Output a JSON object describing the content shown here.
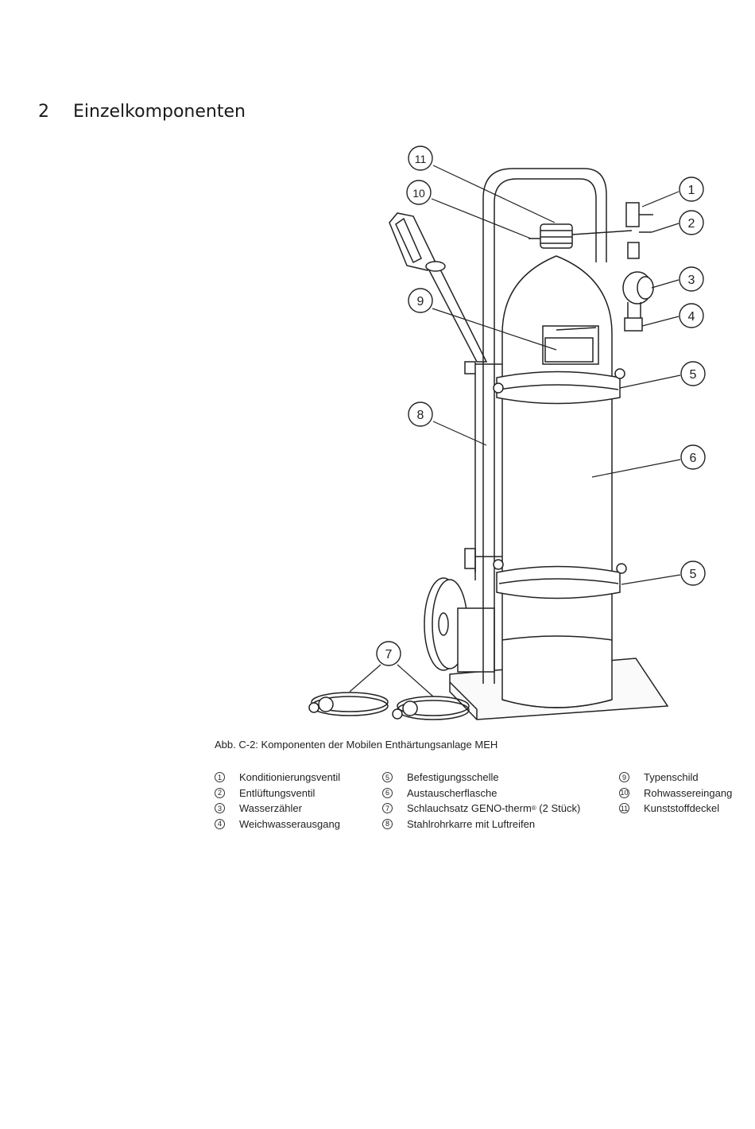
{
  "section": {
    "number": "2",
    "title": "Einzelkomponenten"
  },
  "figure": {
    "callouts": [
      "1",
      "2",
      "3",
      "4",
      "5",
      "5",
      "6",
      "7",
      "8",
      "9",
      "10",
      "11"
    ],
    "caption": "Abb. C-2: Komponenten der Mobilen Enthärtungsanlage MEH"
  },
  "legend": [
    [
      {
        "num": "1",
        "label": "Konditionierungsventil"
      },
      {
        "num": "2",
        "label": "Entlüftungsventil"
      },
      {
        "num": "3",
        "label": "Wasserzähler"
      },
      {
        "num": "4",
        "label": "Weichwasserausgang"
      }
    ],
    [
      {
        "num": "5",
        "label": "Befestigungsschelle"
      },
      {
        "num": "6",
        "label": "Austauscherflasche"
      },
      {
        "num": "7",
        "label": "Schlauchsatz GENO-therm",
        "sup": "®",
        "suffix": " (2 Stück)"
      },
      {
        "num": "8",
        "label": "Stahlrohrkarre mit Luftreifen"
      }
    ],
    [
      {
        "num": "9",
        "label": "Typenschild"
      },
      {
        "num": "10",
        "label": "Rohwassereingang"
      },
      {
        "num": "11",
        "label": "Kunststoffdeckel"
      }
    ]
  ]
}
